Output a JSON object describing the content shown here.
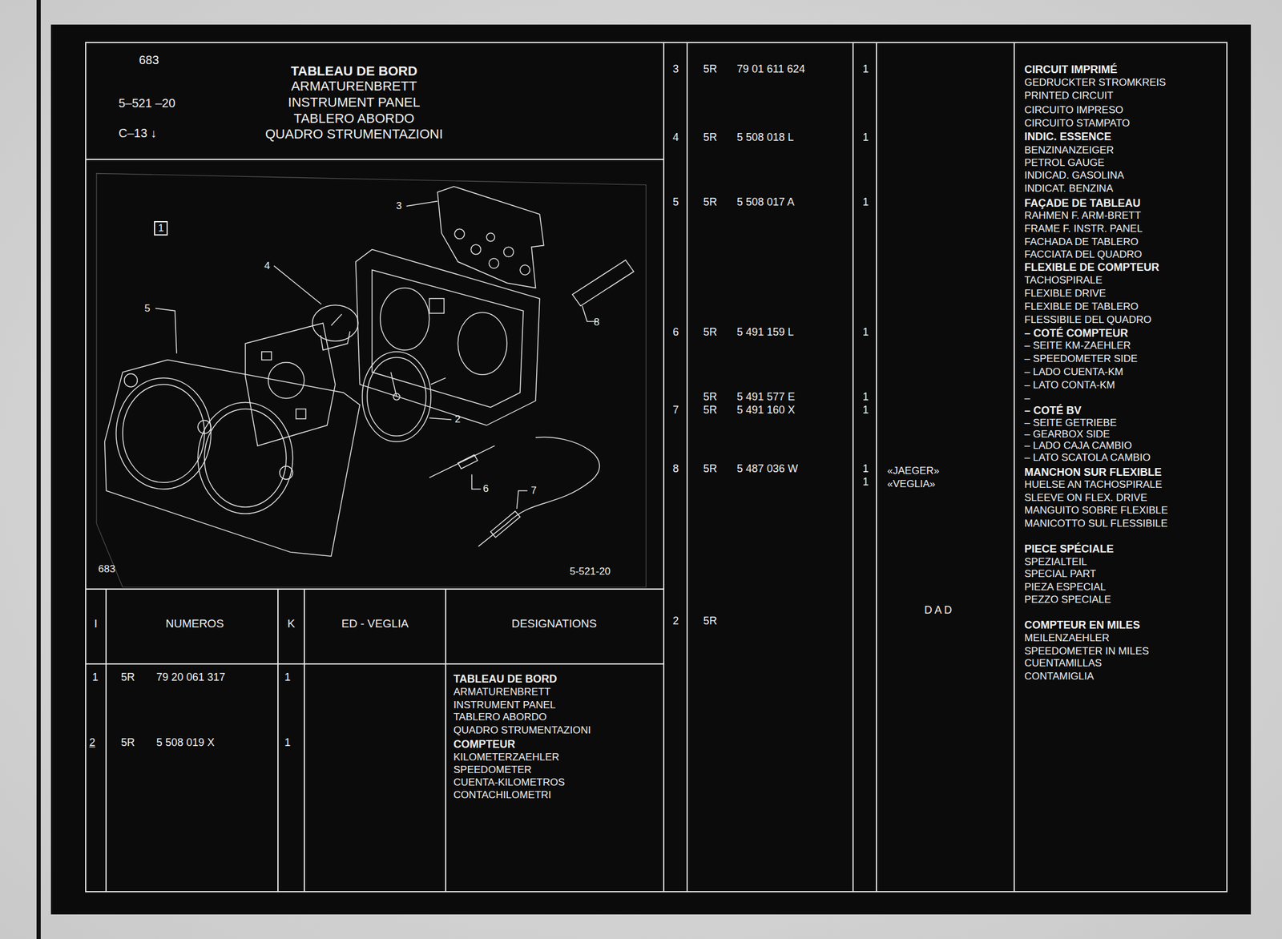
{
  "diagram": {
    "nodes": [
      {
        "text": [
          "1"
        ]
      }
    ],
    "labels": [
      "683",
      "5–521 –20",
      "C–13 ↓",
      "TABLEAU DE BORD",
      "ARMATURENBRETT",
      "INSTRUMENT PANEL",
      "TABLERO ABORDO",
      "QUADRO STRUMENTAZIONI",
      "3",
      "4",
      "5",
      "8",
      "2",
      "6",
      "7",
      "683",
      "5-521-20",
      "I",
      "NUMEROS",
      "K",
      "ED - VEGLIA",
      "DESIGNATIONS",
      "1",
      "5R",
      "79 20 061 317",
      "1",
      "TABLEAU DE BORD",
      "ARMATURENBRETT",
      "INSTRUMENT PANEL",
      "TABLERO ABORDO",
      "QUADRO STRUMENTAZIONI",
      "2",
      "5R",
      "5 508 019 X",
      "1",
      "COMPTEUR",
      "KILOMETERZAEHLER",
      "SPEEDOMETER",
      "CUENTA-KILOMETROS",
      "CONTACHILOMETRI",
      "3",
      "5R",
      "79 01 611 624",
      "1",
      "4",
      "5R",
      "5 508 018 L",
      "1",
      "5",
      "5R",
      "5 508 017 A",
      "1",
      "6",
      "5R",
      "5 491 159 L",
      "1",
      "5R",
      "5 491 577 E",
      "1",
      "7",
      "5R",
      "5 491 160 X",
      "1",
      "8",
      "5R",
      "5 487 036 W",
      "1",
      "1",
      "«JAEGER»",
      "«VEGLIA»",
      "2",
      "5R",
      "D A D",
      "CIRCUIT IMPRIMÉ",
      "GEDRUCKTER STROMKREIS",
      "PRINTED CIRCUIT",
      "CIRCUITO IMPRESO",
      "CIRCUITO STAMPATO",
      "INDIC. ESSENCE",
      "BENZINANZEIGER",
      "PETROL GAUGE",
      "INDICAD. GASOLINA",
      "INDICAT. BENZINA",
      "FAÇADE DE TABLEAU",
      "RAHMEN F. ARM-BRETT",
      "FRAME F. INSTR. PANEL",
      "FACHADA DE TABLERO",
      "FACCIATA DEL QUADRO",
      "FLEXIBLE DE COMPTEUR",
      "TACHOSPIRALE",
      "FLEXIBLE DRIVE",
      "FLEXIBLE DE TABLERO",
      "FLESSIBILE DEL QUADRO",
      "– COTÉ COMPTEUR",
      "– SEITE KM-ZAEHLER",
      "– SPEEDOMETER SIDE",
      "– LADO CUENTA-KM",
      "– LATO CONTA-KM",
      "–",
      "– COTÉ BV",
      "– SEITE GETRIEBE",
      "– GEARBOX SIDE",
      "– LADO CAJA CAMBIO",
      "– LATO SCATOLA CAMBIO",
      "MANCHON SUR FLEXIBLE",
      "HUELSE AN TACHOSPIRALE",
      "SLEEVE ON FLEX. DRIVE",
      "MANGUITO SOBRE FLEXIBLE",
      "MANICOTTO SUL FLESSIBILE",
      "PIECE SPÉCIALE",
      "SPEZIALTEIL",
      "SPECIAL PART",
      "PIEZA ESPECIAL",
      "PEZZO SPECIALE",
      "COMPTEUR EN MILES",
      "MEILENZAEHLER",
      "SPEEDOMETER IN MILES",
      "CUENTAMILLAS",
      "CONTAMIGLIA"
    ]
  }
}
